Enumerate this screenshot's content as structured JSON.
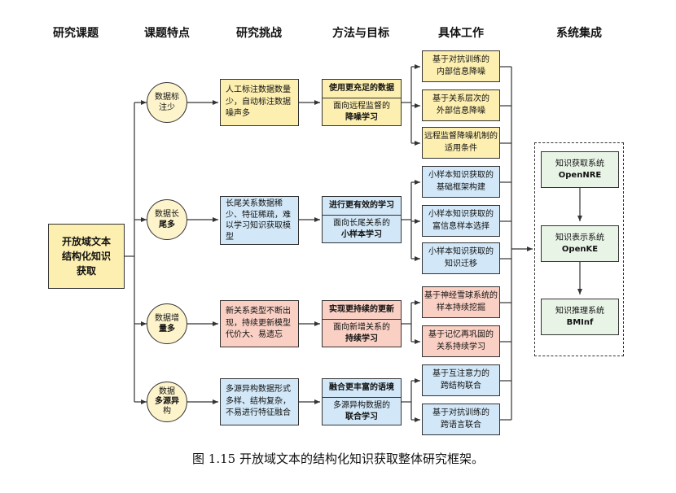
{
  "headers": [
    "研究课题",
    "课题特点",
    "研究挑战",
    "方法与目标",
    "具体工作",
    "系统集成"
  ],
  "root": [
    "开放域文本",
    "结构化知识",
    "获取"
  ],
  "features": [
    [
      "数据标",
      "注少"
    ],
    [
      "数据长",
      "尾多"
    ],
    [
      "数据增",
      "量多"
    ],
    [
      "数据",
      "多源异",
      "构"
    ]
  ],
  "challenges": [
    [
      "人工标注数据数量",
      "少，自动标注数据",
      "噪声多"
    ],
    [
      "长尾关系数据稀",
      "少、特征稀疏，难",
      "以学习知识获取模",
      "型"
    ],
    [
      "新关系类型不断出",
      "现，持续更新模型",
      "代价大、易遗忘"
    ],
    [
      "多源异构数据形式",
      "多样、结构复杂，",
      "不易进行特征融合"
    ]
  ],
  "methods": [
    {
      "top": "使用更充足的数据",
      "bottom": [
        "面向远程监督的",
        "降噪学习"
      ]
    },
    {
      "top": "进行更有效的学习",
      "bottom": [
        "面向长尾关系的",
        "小样本学习"
      ]
    },
    {
      "top": "实现更持续的更新",
      "bottom": [
        "面向新增关系的",
        "持续学习"
      ]
    },
    {
      "top": "融合更丰富的语境",
      "bottom": [
        "多源异构数据的",
        "联合学习"
      ]
    }
  ],
  "works": [
    [
      "基于对抗训练的",
      "内部信息降噪"
    ],
    [
      "基于关系层次的",
      "外部信息降噪"
    ],
    [
      "远程监督降噪机制的",
      "适用条件"
    ],
    [
      "小样本知识获取的",
      "基础框架构建"
    ],
    [
      "小样本知识获取的",
      "富信息样本选择"
    ],
    [
      "小样本知识获取的",
      "知识迁移"
    ],
    [
      "基于神经雪球系统的",
      "样本持续挖掘"
    ],
    [
      "基于记忆再巩固的",
      "关系持续学习"
    ],
    [
      "基于互注意力的",
      "跨结构联合"
    ],
    [
      "基于对抗训练的",
      "跨语言联合"
    ]
  ],
  "systems": [
    [
      "知识获取系统",
      "OpenNRE"
    ],
    [
      "知识表示系统",
      "OpenKE"
    ],
    [
      "知识推理系统",
      "BMInf"
    ]
  ],
  "caption": "图 1.15    开放域文本的结构化知识获取整体研究框架。",
  "colors": {
    "yellow": "#fdefb0",
    "blue": "#d2e8f8",
    "pink": "#fad0c4",
    "green": "#e8f4e6",
    "circle": "#fdf4cc"
  }
}
